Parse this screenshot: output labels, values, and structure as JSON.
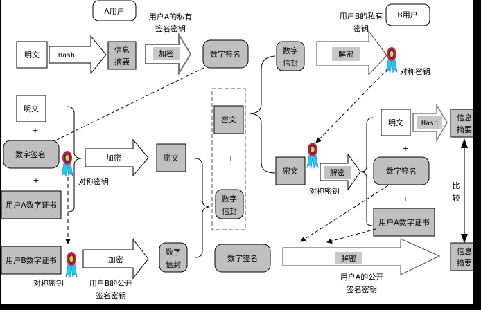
{
  "users": {
    "a": "A用户",
    "b": "B用户"
  },
  "a_side": {
    "plaintext": "明文",
    "hash_label": "Hash",
    "digest": [
      "信息",
      "摘要"
    ],
    "encrypt_label": "加密",
    "private_key_label": [
      "用户A的私有",
      "签名密钥"
    ],
    "signature": "数字签名",
    "plus": "+",
    "bundle": [
      "明文",
      "数字签名",
      "用户A数字证书"
    ],
    "sym_key": "对称密钥",
    "encrypt2_label": "加密",
    "ciphertext": "密文",
    "b_cert": "用户B数字证书",
    "encrypt3_label": "加密",
    "b_public_key_label": [
      "用户B的公开",
      "签名密钥"
    ],
    "envelope": [
      "数字",
      "信封"
    ]
  },
  "channel": {
    "ciphertext": "密文",
    "plus": "+",
    "envelope": [
      "数字",
      "信封"
    ]
  },
  "b_side": {
    "envelope": [
      "数字",
      "信封"
    ],
    "decrypt_label": "解密",
    "b_private_key_label": [
      "用户B的私有",
      "密钥"
    ],
    "sym_key": "对称密钥",
    "ciphertext": "密文",
    "decrypt2_label": "解密",
    "sym_key2": "对称密钥",
    "bundle": [
      "明文",
      "数字签名",
      "用户A数字证书"
    ],
    "hash_label": "Hash",
    "digest1": [
      "信息",
      "摘要"
    ],
    "compare": [
      "比",
      "较"
    ],
    "signature": "数字签名",
    "decrypt3_label": "解密",
    "a_public_key_label": [
      "用户A的公开",
      "签名密钥"
    ],
    "digest2": [
      "信息",
      "摘要"
    ]
  }
}
